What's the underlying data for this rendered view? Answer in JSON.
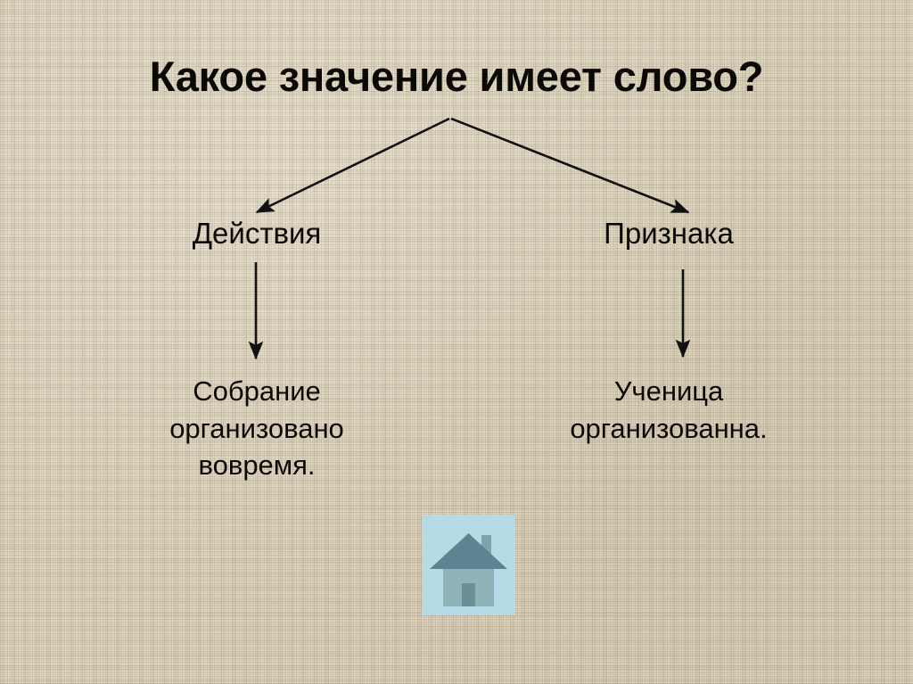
{
  "slide": {
    "title": "Какое значение имеет слово?",
    "background_color": "#ddd4bf",
    "text_color": "#0b0906",
    "arrow_color": "#111111"
  },
  "branches": [
    {
      "label": "Действия",
      "example": "Собрание\nорганизовано\nвовремя."
    },
    {
      "label": "Признака",
      "example": "Ученица\nорганизованна."
    }
  ],
  "icon": {
    "name": "house-icon",
    "tile_color": "#b5dce6",
    "roof_color": "#5d8490",
    "body_color": "#8fb3b8",
    "door_color": "#6b8f96",
    "chimney_color": "#7fa4ab"
  }
}
